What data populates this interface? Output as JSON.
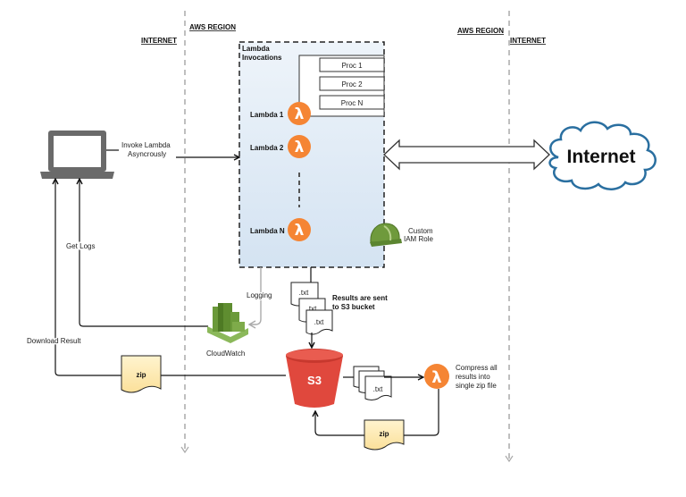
{
  "zones": {
    "left_internet": "INTERNET",
    "left_aws_region": "AWS REGION",
    "right_aws_region": "AWS REGION",
    "right_internet": "INTERNET"
  },
  "lambda_box": {
    "title_line1": "Lambda",
    "title_line2": "Invocations",
    "procs": [
      "Proc 1",
      "Proc 2",
      "Proc N"
    ],
    "lambdas": [
      "Lambda 1",
      "Lambda 2",
      "Lambda N"
    ],
    "lambda_glyph": "λ"
  },
  "client": {
    "invoke_line1": "Invoke Lambda",
    "invoke_line2": "Asyncrously",
    "get_logs": "Get Logs",
    "download_result": "Download Result"
  },
  "iam": {
    "line1": "Custom",
    "line2": "IAM Role"
  },
  "cloudwatch": {
    "label": "CloudWatch",
    "logging": "Logging"
  },
  "results": {
    "txt_label": ".txt",
    "note_line1": "Results are sent",
    "note_line2": "to S3 bucket"
  },
  "s3": {
    "label": "S3"
  },
  "compress": {
    "line1": "Compress all",
    "line2": "results into",
    "line3": "single zip file"
  },
  "zip_label": "zip",
  "internet_cloud": {
    "label": "Internet"
  },
  "colors": {
    "lambda_orange": "#f58534",
    "s3_red": "#e0483d",
    "cloudwatch_green": "#6b9a3a",
    "region_fill": "#dce8f4",
    "cloud_stroke": "#2a6fa0",
    "zip_fill": "#fde9b2"
  }
}
